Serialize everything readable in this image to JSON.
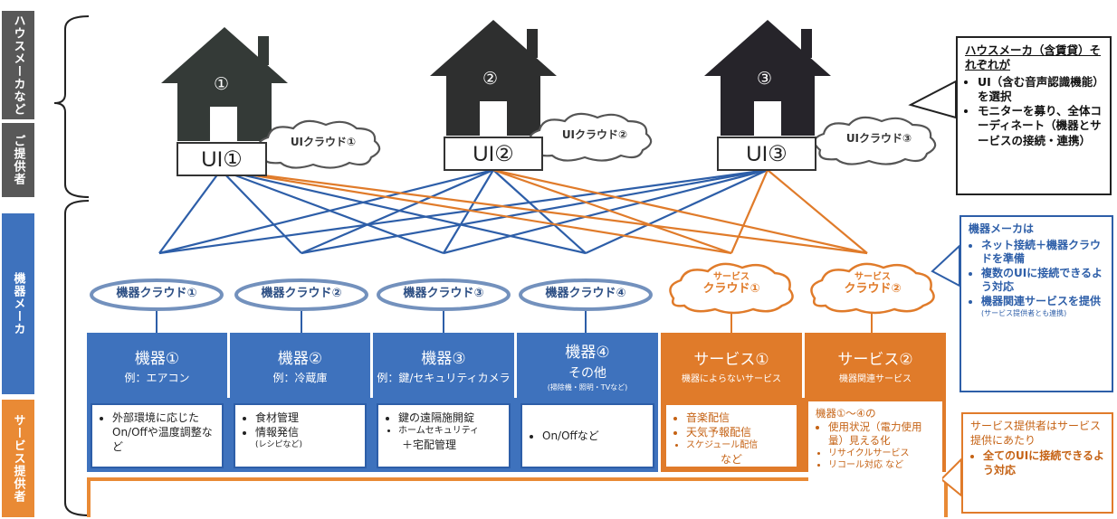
{
  "side_bands": {
    "housemaker": "ハウスメーカなど",
    "provider": "ご提供者",
    "device_maker": "機器メーカ",
    "service_provider": "サービス提供者"
  },
  "houses": [
    {
      "num": "①",
      "ui": "UI①",
      "cloud": "UIクラウド①"
    },
    {
      "num": "②",
      "ui": "UI②",
      "cloud": "UIクラウド②"
    },
    {
      "num": "③",
      "ui": "UI③",
      "cloud": "UIクラウド③"
    }
  ],
  "clouds": [
    {
      "label": "機器クラウド①"
    },
    {
      "label": "機器クラウド②"
    },
    {
      "label": "機器クラウド③"
    },
    {
      "label": "機器クラウド④"
    },
    {
      "label1": "サービス",
      "label2": "クラウド①"
    },
    {
      "label1": "サービス",
      "label2": "クラウド②"
    }
  ],
  "devices": [
    {
      "title": "機器①",
      "sub": "例：エアコン"
    },
    {
      "title": "機器②",
      "sub": "例：冷蔵庫"
    },
    {
      "title": "機器③",
      "sub": "例：鍵/セキュリティカメラ"
    },
    {
      "title": "機器④",
      "sub": "その他",
      "sub2": "(掃除機・照明・TVなど)"
    },
    {
      "title": "サービス①",
      "sub": "機器によらないサービス"
    },
    {
      "title": "サービス②",
      "sub": "機器関連サービス"
    }
  ],
  "details": {
    "d1": [
      "外部環境に応じたOn/Offや温度調整など"
    ],
    "d2": [
      "食材管理",
      "情報発信"
    ],
    "d2_note": "(レシピなど)",
    "d3": [
      "鍵の遠隔施開錠",
      "ホームセキュリティ"
    ],
    "d3_extra": "＋宅配管理",
    "d4": [
      "On/Offなど"
    ],
    "s1": [
      "音楽配信",
      "天気予報配信",
      "スケジュール配信"
    ],
    "s1_extra": "など",
    "s2_head": "機器①～④の",
    "s2": [
      "使用状況（電力使用量）見える化",
      "リサイクルサービス",
      "リコール対応 など"
    ]
  },
  "notes": {
    "housemaker": {
      "head": "ハウスメーカ（含賃貸）それぞれが",
      "items": [
        "UI（含む音声認識機能）を選択",
        "モニターを募り、全体コーディネート（機器とサービスの接続・連携）"
      ]
    },
    "device_maker": {
      "head": "機器メーカは",
      "items": [
        "ネット接続＋機器クラウドを準備",
        "複数のUIに接続できるよう対応",
        "機器関連サービスを提供"
      ],
      "sub": "(サービス提供者とも連携)"
    },
    "service_provider": {
      "head": "サービス提供者はサービス提供にあたり",
      "items": [
        "全てのUIに接続できるよう対応"
      ]
    }
  },
  "colors": {
    "blue": "#2d5ea8",
    "orange": "#e07b2a",
    "band_gray": "#585858",
    "house_dark": "#2e3331"
  }
}
